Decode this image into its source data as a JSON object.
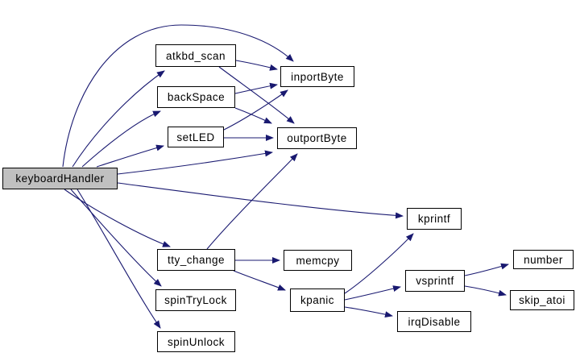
{
  "figure": {
    "type": "call-graph",
    "direction": "left-to-right",
    "background": "#ffffff",
    "edge_color": "#191970",
    "node_fill": "#ffffff",
    "node_border_color": "#000000",
    "root_fill": "#c0c0c0",
    "root": "keyboardHandler",
    "nodes": [
      {
        "id": "keyboardHandler",
        "label": "keyboardHandler"
      },
      {
        "id": "atkbd_scan",
        "label": "atkbd_scan"
      },
      {
        "id": "backSpace",
        "label": "backSpace"
      },
      {
        "id": "setLED",
        "label": "setLED"
      },
      {
        "id": "inportByte",
        "label": "inportByte"
      },
      {
        "id": "outportByte",
        "label": "outportByte"
      },
      {
        "id": "kprintf",
        "label": "kprintf"
      },
      {
        "id": "tty_change",
        "label": "tty_change"
      },
      {
        "id": "memcpy",
        "label": "memcpy"
      },
      {
        "id": "spinTryLock",
        "label": "spinTryLock"
      },
      {
        "id": "spinUnlock",
        "label": "spinUnlock"
      },
      {
        "id": "kpanic",
        "label": "kpanic"
      },
      {
        "id": "vsprintf",
        "label": "vsprintf"
      },
      {
        "id": "irqDisable",
        "label": "irqDisable"
      },
      {
        "id": "number",
        "label": "number"
      },
      {
        "id": "skip_atoi",
        "label": "skip_atoi"
      }
    ],
    "edges": [
      {
        "from": "keyboardHandler",
        "to": "atkbd_scan"
      },
      {
        "from": "keyboardHandler",
        "to": "backSpace"
      },
      {
        "from": "keyboardHandler",
        "to": "setLED"
      },
      {
        "from": "keyboardHandler",
        "to": "inportByte"
      },
      {
        "from": "keyboardHandler",
        "to": "outportByte"
      },
      {
        "from": "keyboardHandler",
        "to": "kprintf"
      },
      {
        "from": "keyboardHandler",
        "to": "tty_change"
      },
      {
        "from": "keyboardHandler",
        "to": "spinTryLock"
      },
      {
        "from": "keyboardHandler",
        "to": "spinUnlock"
      },
      {
        "from": "atkbd_scan",
        "to": "inportByte"
      },
      {
        "from": "atkbd_scan",
        "to": "outportByte"
      },
      {
        "from": "backSpace",
        "to": "inportByte"
      },
      {
        "from": "backSpace",
        "to": "outportByte"
      },
      {
        "from": "setLED",
        "to": "inportByte"
      },
      {
        "from": "setLED",
        "to": "outportByte"
      },
      {
        "from": "tty_change",
        "to": "memcpy"
      },
      {
        "from": "tty_change",
        "to": "outportByte"
      },
      {
        "from": "tty_change",
        "to": "kpanic"
      },
      {
        "from": "kpanic",
        "to": "kprintf"
      },
      {
        "from": "kpanic",
        "to": "vsprintf"
      },
      {
        "from": "kpanic",
        "to": "irqDisable"
      },
      {
        "from": "vsprintf",
        "to": "number"
      },
      {
        "from": "vsprintf",
        "to": "skip_atoi"
      }
    ]
  }
}
